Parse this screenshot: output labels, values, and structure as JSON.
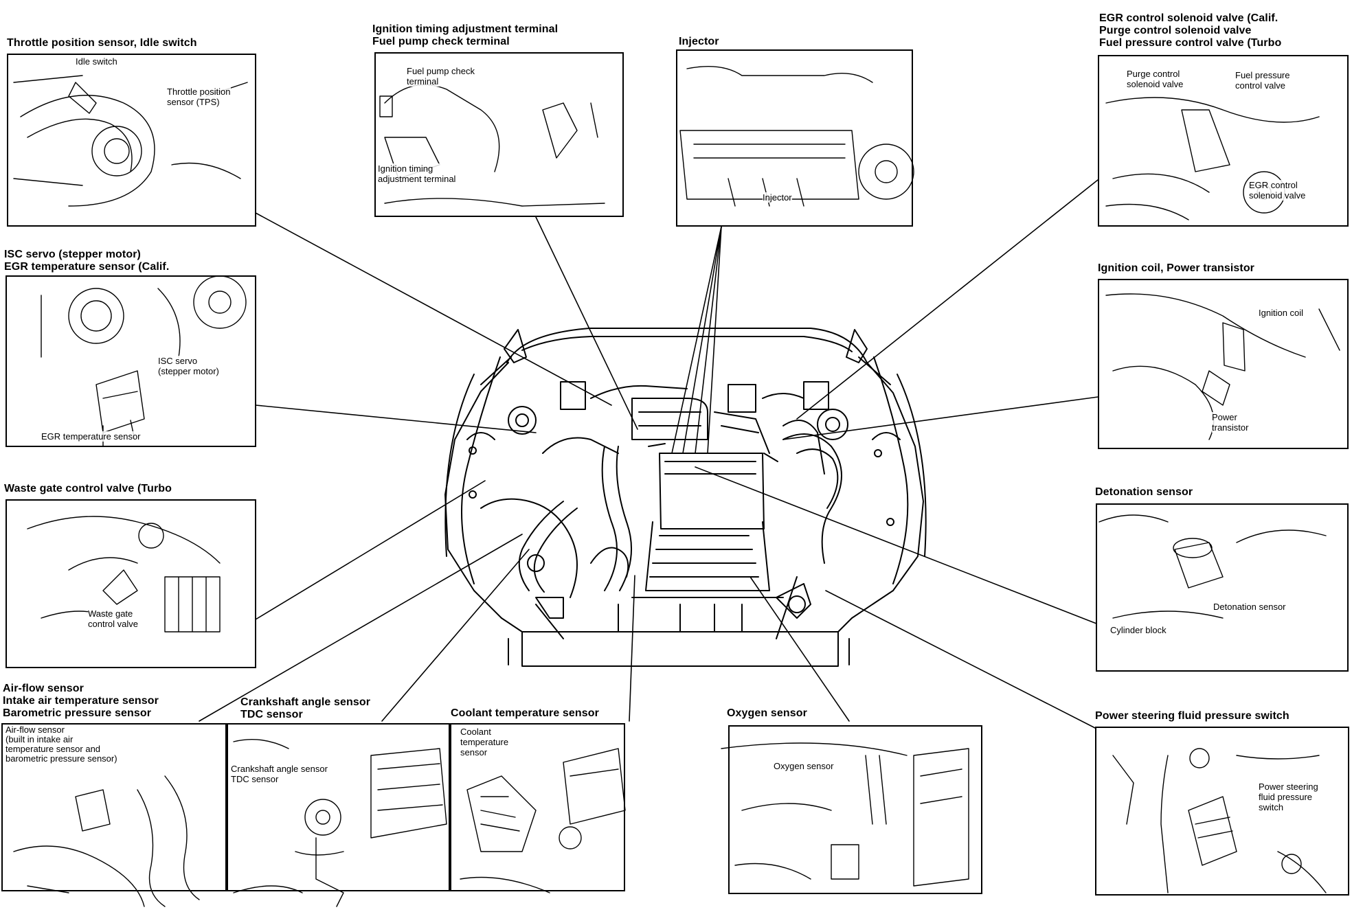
{
  "callouts": {
    "throttle": {
      "title": "Throttle position sensor, Idle switch",
      "labels": [
        "Idle switch",
        "Throttle position\nsensor (TPS)"
      ]
    },
    "ignition_timing": {
      "title": "Ignition timing adjustment terminal\nFuel pump check terminal",
      "labels": [
        "Fuel pump check\nterminal",
        "Ignition timing\nadjustment terminal"
      ]
    },
    "injector": {
      "title": "Injector",
      "labels": [
        "Injector"
      ]
    },
    "egr_control": {
      "title": "EGR control solenoid valve (Calif.\nPurge control solenoid valve\nFuel pressure control valve (Turbo",
      "labels": [
        "Purge control\nsolenoid valve",
        "Fuel pressure\ncontrol valve",
        "EGR control\nsolenoid valve"
      ]
    },
    "isc_servo": {
      "title": "ISC servo (stepper motor)\nEGR temperature sensor (Calif.",
      "labels": [
        "ISC servo\n(stepper motor)",
        "EGR temperature sensor"
      ]
    },
    "ignition_coil": {
      "title": "Ignition coil, Power transistor",
      "labels": [
        "Ignition coil",
        "Power\ntransistor"
      ]
    },
    "waste_gate": {
      "title": "Waste gate control valve (Turbo",
      "labels": [
        "Waste gate\ncontrol valve"
      ]
    },
    "detonation": {
      "title": "Detonation sensor",
      "labels": [
        "Detonation sensor",
        "Cylinder block"
      ]
    },
    "air_flow": {
      "title": "Air-flow sensor\nIntake air temperature sensor\nBarometric pressure sensor",
      "labels": [
        "Air-flow sensor\n(built in intake air\ntemperature sensor and\nbarometric pressure sensor)"
      ]
    },
    "crankshaft": {
      "title": "Crankshaft angle sensor\nTDC sensor",
      "labels": [
        "Crankshaft angle sensor\nTDC sensor"
      ]
    },
    "coolant": {
      "title": "Coolant temperature sensor",
      "labels": [
        "Coolant\ntemperature\nsensor"
      ]
    },
    "oxygen": {
      "title": "Oxygen sensor",
      "labels": [
        "Oxygen sensor"
      ]
    },
    "power_steering": {
      "title": "Power steering fluid pressure switch",
      "labels": [
        "Power steering\nfluid pressure\nswitch"
      ]
    }
  }
}
